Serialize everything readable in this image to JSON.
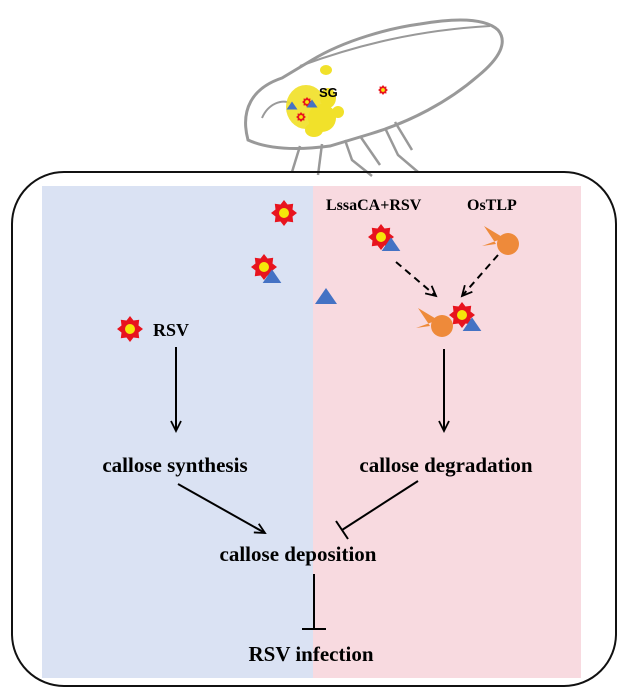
{
  "insect": {
    "sg_label": "SG"
  },
  "labels": {
    "rsv": "RSV",
    "lssaca_rsv": "LssaCA+RSV",
    "ostlp": "OsTLP",
    "callose_synthesis": "callose synthesis",
    "callose_degradation": "callose degradation",
    "callose_deposition": "callose deposition",
    "rsv_infection": "RSV infection"
  },
  "colors": {
    "left_panel": "#dae2f3",
    "right_panel": "#f8dae0",
    "virus_outer": "#e8141e",
    "virus_inner": "#f5e60a",
    "protein_triangle": "#4472c4",
    "ostlp": "#ee8a3a",
    "salivary_gland": "#f1e12a",
    "insect_outline": "#999999"
  },
  "icons": {
    "virus": "red-star-virus-icon",
    "protein": "blue-triangle-icon",
    "ostlp": "orange-ostlp-icon"
  }
}
